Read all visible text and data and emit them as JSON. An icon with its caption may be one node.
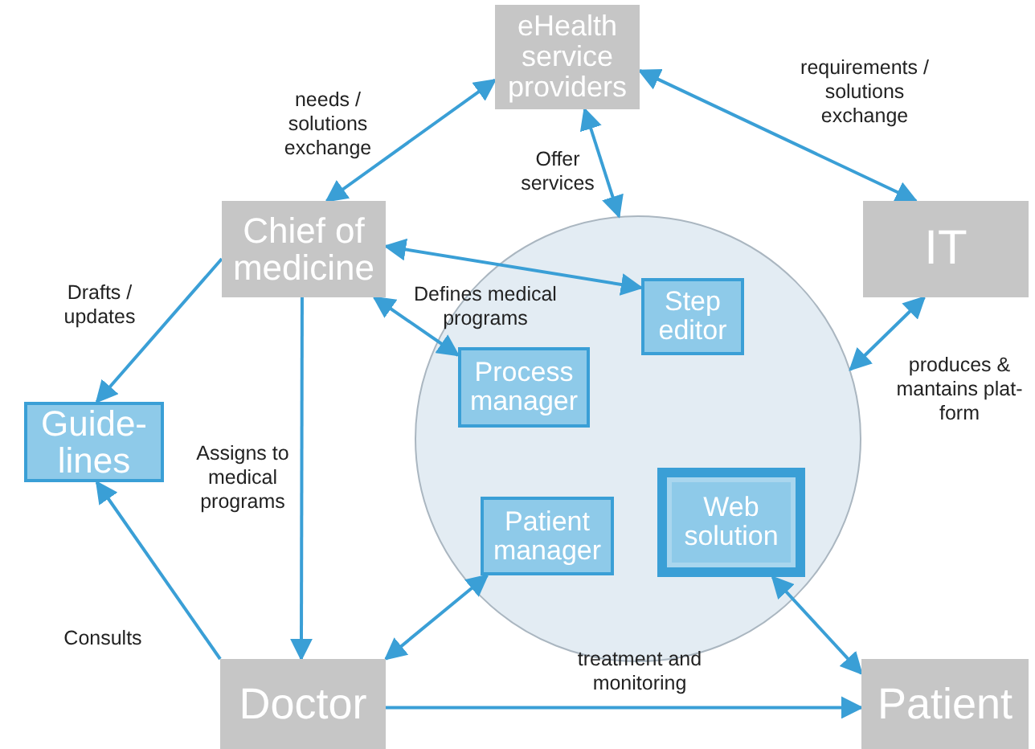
{
  "diagram": {
    "nodes": [
      {
        "text": [
          "eHealth service providers"
        ]
      },
      {
        "text": [
          "Chief of medicine"
        ]
      },
      {
        "text": [
          "IT"
        ]
      },
      {
        "text": [
          "Guide-lines"
        ]
      },
      {
        "text": [],
        "shape": "circle"
      },
      {
        "text": [
          "Step editor"
        ],
        "in": 4
      },
      {
        "text": [
          "Process manager"
        ],
        "in": 4
      },
      {
        "text": [
          "Patient manager"
        ],
        "in": 4
      },
      {
        "text": [
          "Web solution"
        ],
        "in": 4
      },
      {
        "text": [
          "Doctor"
        ]
      },
      {
        "text": [
          "Patient"
        ]
      }
    ],
    "edges": [
      {
        "from": 1,
        "to": 0,
        "arrow": "both",
        "label": "needs / solutions exchange"
      },
      {
        "from": 0,
        "to": 2,
        "arrow": "both",
        "label": "requirements / solutions exchange"
      },
      {
        "from": 0,
        "to": 4,
        "arrow": "both",
        "label": "Offer services"
      },
      {
        "from": 1,
        "to": 5,
        "arrow": "both"
      },
      {
        "from": 1,
        "to": 3,
        "arrow": "to",
        "label": "Drafts / updates"
      },
      {
        "from": 1,
        "to": 6,
        "arrow": "both",
        "label": "Defines medical programs"
      },
      {
        "from": 2,
        "to": 4,
        "arrow": "both",
        "label": "produces & mantains plat-form"
      },
      {
        "from": 1,
        "to": 9,
        "arrow": "to",
        "label": "Assigns to medical programs"
      },
      {
        "from": 9,
        "to": 3,
        "arrow": "to",
        "label": "Consults"
      },
      {
        "from": 9,
        "to": 7,
        "arrow": "both"
      },
      {
        "from": 9,
        "to": 10,
        "arrow": "to",
        "label": "treatment and monitoring"
      },
      {
        "from": 8,
        "to": 10,
        "arrow": "both"
      }
    ]
  }
}
